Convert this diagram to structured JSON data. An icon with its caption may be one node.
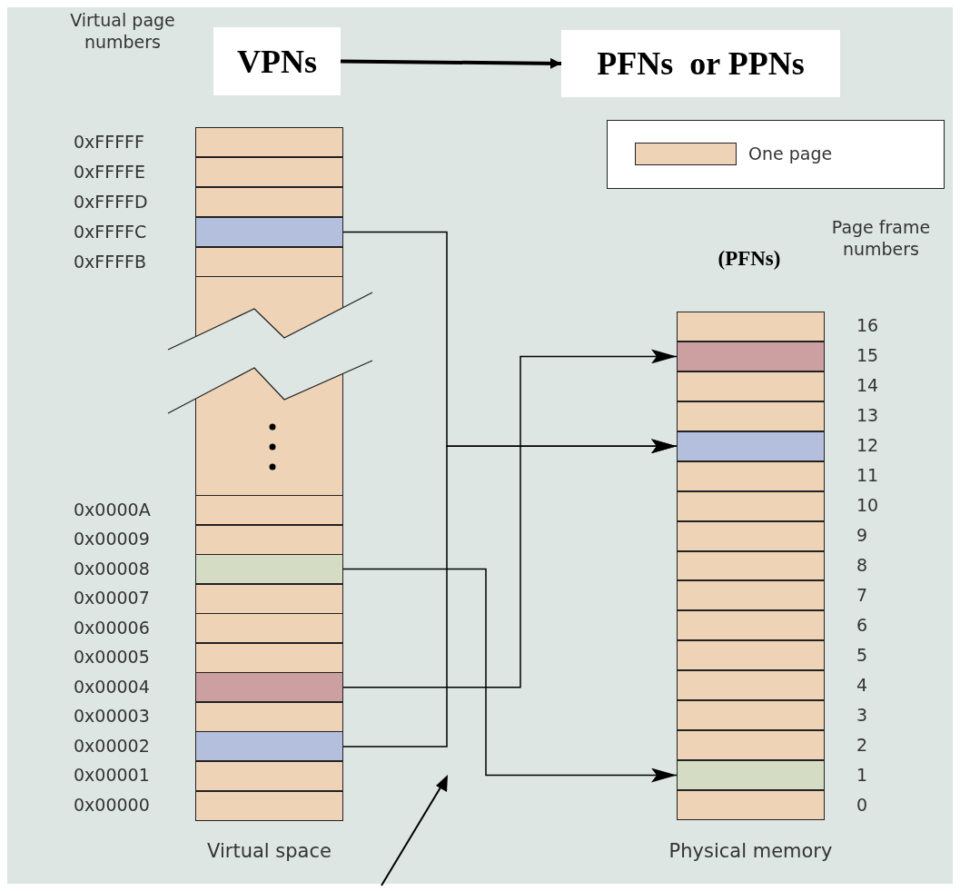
{
  "diagram": {
    "nodes": [
      {
        "text": [
          "VPNs"
        ]
      },
      {
        "text": [
          "PFNs  or PPNs"
        ]
      },
      {
        "text": [
          "Virtual space"
        ]
      },
      {
        "text": [],
        "shape": "bar",
        "in": 2,
        "beside": [
          "0xFFFFF"
        ]
      },
      {
        "text": [],
        "shape": "bar",
        "in": 2,
        "beside": [
          "0xFFFFE"
        ]
      },
      {
        "text": [],
        "shape": "bar",
        "in": 2,
        "beside": [
          "0xFFFFD"
        ]
      },
      {
        "text": [],
        "shape": "bar",
        "in": 2,
        "beside": [
          "0xFFFFC"
        ]
      },
      {
        "text": [],
        "shape": "bar",
        "in": 2,
        "beside": [
          "0xFFFFB"
        ]
      },
      {
        "text": [],
        "shape": "bar",
        "in": 2,
        "beside": [
          "0x0000A"
        ]
      },
      {
        "text": [],
        "shape": "bar",
        "in": 2,
        "beside": [
          "0x00009"
        ]
      },
      {
        "text": [],
        "shape": "bar",
        "in": 2,
        "beside": [
          "0x00008"
        ]
      },
      {
        "text": [],
        "shape": "bar",
        "in": 2,
        "beside": [
          "0x00007"
        ]
      },
      {
        "text": [],
        "shape": "bar",
        "in": 2,
        "beside": [
          "0x00006"
        ]
      },
      {
        "text": [],
        "shape": "bar",
        "in": 2,
        "beside": [
          "0x00005"
        ]
      },
      {
        "text": [],
        "shape": "bar",
        "in": 2,
        "beside": [
          "0x00004"
        ]
      },
      {
        "text": [],
        "shape": "bar",
        "in": 2,
        "beside": [
          "0x00003"
        ]
      },
      {
        "text": [],
        "shape": "bar",
        "in": 2,
        "beside": [
          "0x00002"
        ]
      },
      {
        "text": [],
        "shape": "bar",
        "in": 2,
        "beside": [
          "0x00001"
        ]
      },
      {
        "text": [],
        "shape": "bar",
        "in": 2,
        "beside": [
          "0x00000"
        ]
      },
      {
        "text": [
          "Physical memory"
        ]
      },
      {
        "text": [],
        "shape": "bar",
        "in": 19,
        "beside": [
          "16"
        ]
      },
      {
        "text": [],
        "shape": "bar",
        "in": 19,
        "beside": [
          "15"
        ]
      },
      {
        "text": [],
        "shape": "bar",
        "in": 19,
        "beside": [
          "14"
        ]
      },
      {
        "text": [],
        "shape": "bar",
        "in": 19,
        "beside": [
          "13"
        ]
      },
      {
        "text": [],
        "shape": "bar",
        "in": 19,
        "beside": [
          "12"
        ]
      },
      {
        "text": [],
        "shape": "bar",
        "in": 19,
        "beside": [
          "11"
        ]
      },
      {
        "text": [],
        "shape": "bar",
        "in": 19,
        "beside": [
          "10"
        ]
      },
      {
        "text": [],
        "shape": "bar",
        "in": 19,
        "beside": [
          "9"
        ]
      },
      {
        "text": [],
        "shape": "bar",
        "in": 19,
        "beside": [
          "8"
        ]
      },
      {
        "text": [],
        "shape": "bar",
        "in": 19,
        "beside": [
          "7"
        ]
      },
      {
        "text": [],
        "shape": "bar",
        "in": 19,
        "beside": [
          "6"
        ]
      },
      {
        "text": [],
        "shape": "bar",
        "in": 19,
        "beside": [
          "5"
        ]
      },
      {
        "text": [],
        "shape": "bar",
        "in": 19,
        "beside": [
          "4"
        ]
      },
      {
        "text": [],
        "shape": "bar",
        "in": 19,
        "beside": [
          "3"
        ]
      },
      {
        "text": [],
        "shape": "bar",
        "in": 19,
        "beside": [
          "2"
        ]
      },
      {
        "text": [],
        "shape": "bar",
        "in": 19,
        "beside": [
          "1"
        ]
      },
      {
        "text": [],
        "shape": "bar",
        "in": 19,
        "beside": [
          "0"
        ]
      }
    ],
    "edges": [
      {
        "from": 0,
        "to": 1,
        "arrow": "to",
        "style": "thick"
      },
      {
        "from": 6,
        "to": 24,
        "arrow": "to"
      },
      {
        "from": 16,
        "to": 24,
        "arrow": "to"
      },
      {
        "from": 14,
        "to": 21,
        "arrow": "to"
      },
      {
        "from": 10,
        "to": 35,
        "arrow": "to"
      }
    ],
    "labels": [
      "Virtual page numbers",
      "Page frame numbers",
      "(PFNs)"
    ],
    "legend": [
      {
        "text": "One page",
        "color": "#eed3b7"
      }
    ]
  }
}
